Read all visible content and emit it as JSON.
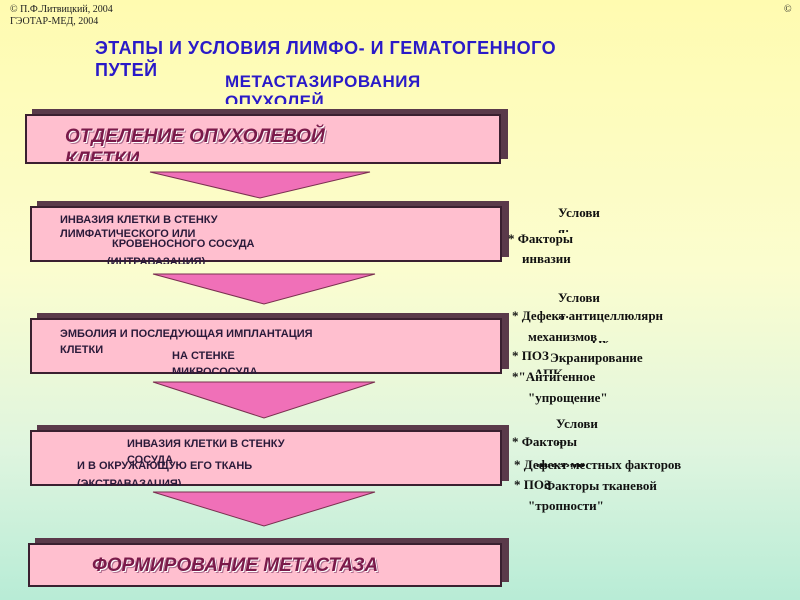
{
  "copyright": {
    "left_line1": "© П.Ф.Литвицкий, 2004",
    "left_line2": "ГЭОТАР-МЕД, 2004",
    "right": "©"
  },
  "title": {
    "line1": "ЭТАПЫ И УСЛОВИЯ ЛИМФО- И ГЕМАТОГЕННОГО",
    "line2": "ПУТЕЙ",
    "line3": "МЕТАСТАЗИРОВАНИЯ",
    "line4": "ОПУХОЛЕЙ"
  },
  "stages": {
    "s1": {
      "line1": "ОТДЕЛЕНИЕ ОПУХОЛЕВОЙ",
      "line2": "КЛЕТКИ"
    },
    "s2": {
      "line1": "ИНВАЗИЯ КЛЕТКИ В СТЕНКУ",
      "line2": "ЛИМФАТИЧЕСКОГО ИЛИ",
      "line3": "КРОВЕНОСНОГО СОСУДА",
      "line4": "(ИНТРАВАЗАЦИЯ)"
    },
    "s3": {
      "line1": "ЭМБОЛИЯ И ПОСЛЕДУЮЩАЯ ИМПЛАНТАЦИЯ",
      "line2": "КЛЕТКИ",
      "line3": "НА СТЕНКЕ",
      "line4": "МИКРОСОСУДА"
    },
    "s4": {
      "line1": "ИНВАЗИЯ КЛЕТКИ В СТЕНКУ",
      "line2": "СОСУДА",
      "line3": "И В ОКРУЖАЮЩУЮ ЕГО ТКАНЬ",
      "line4": "(ЭКСТРАВАЗАЦИЯ)"
    },
    "s5": {
      "line1": "ФОРМИРОВАНИЕ МЕТАСТАЗА"
    }
  },
  "conditions": {
    "c1": {
      "head": "Услови",
      "head2": "я:",
      "item1": "* Факторы",
      "item1b": "инвазии"
    },
    "c2": {
      "head": "Услови",
      "head2": "я:",
      "item1": "* Дефект антицеллюлярн",
      "item1b": "механизмов",
      "item1c": "ых",
      "item2": "* ПОЗ",
      "item2b": "Экранирование",
      "item3": "*\"Антигенное",
      "item3b": "АПК",
      "item3c": "\"упрощение\""
    },
    "c3": {
      "head": "Услови",
      "head2": "я:",
      "item1": "* Факторы",
      "item1b": "инвазии",
      "item2": "* Дефект местных факторов",
      "item3": "* ПОЗ",
      "item3b": "Факторы тканевой",
      "item3c": "\"тропности\""
    }
  },
  "colors": {
    "box_fill": "#ffbfcf",
    "arrow_fill": "#f070b8",
    "title": "#2a1ac8"
  }
}
